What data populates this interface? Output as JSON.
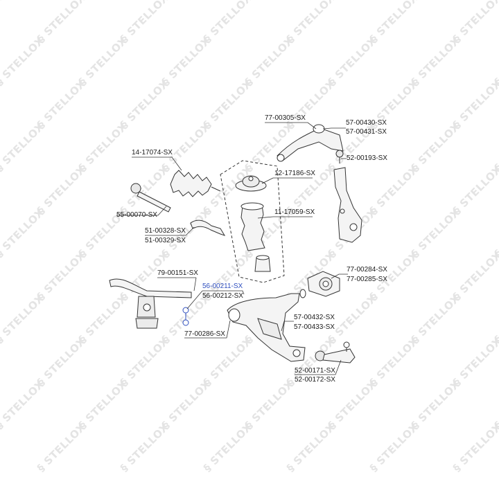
{
  "watermark": {
    "text": "STELLOX",
    "color": "#e4e4e4"
  },
  "colors": {
    "line": "#333333",
    "highlight": "#2f4fbf",
    "part_fill": "#f4f4f4"
  },
  "parts": {
    "p_77_00305": "77-00305-SX",
    "p_57_00430": "57-00430-SX",
    "p_57_00431": "57-00431-SX",
    "p_52_00193": "52-00193-SX",
    "p_14_17074": "14-17074-SX",
    "p_12_17186": "12-17186-SX",
    "p_55_00070": "55-00070-SX",
    "p_11_17059": "11-17059-SX",
    "p_51_00328": "51-00328-SX",
    "p_51_00329": "51-00329-SX",
    "p_79_00151": "79-00151-SX",
    "p_56_00211": "56-00211-SX",
    "p_56_00212": "56-00212-SX",
    "p_77_00284": "77-00284-SX",
    "p_77_00285": "77-00285-SX",
    "p_57_00432": "57-00432-SX",
    "p_57_00433": "57-00433-SX",
    "p_77_00286": "77-00286-SX",
    "p_52_00171": "52-00171-SX",
    "p_52_00172": "52-00172-SX"
  },
  "highlighted_part": "56-00211-SX"
}
